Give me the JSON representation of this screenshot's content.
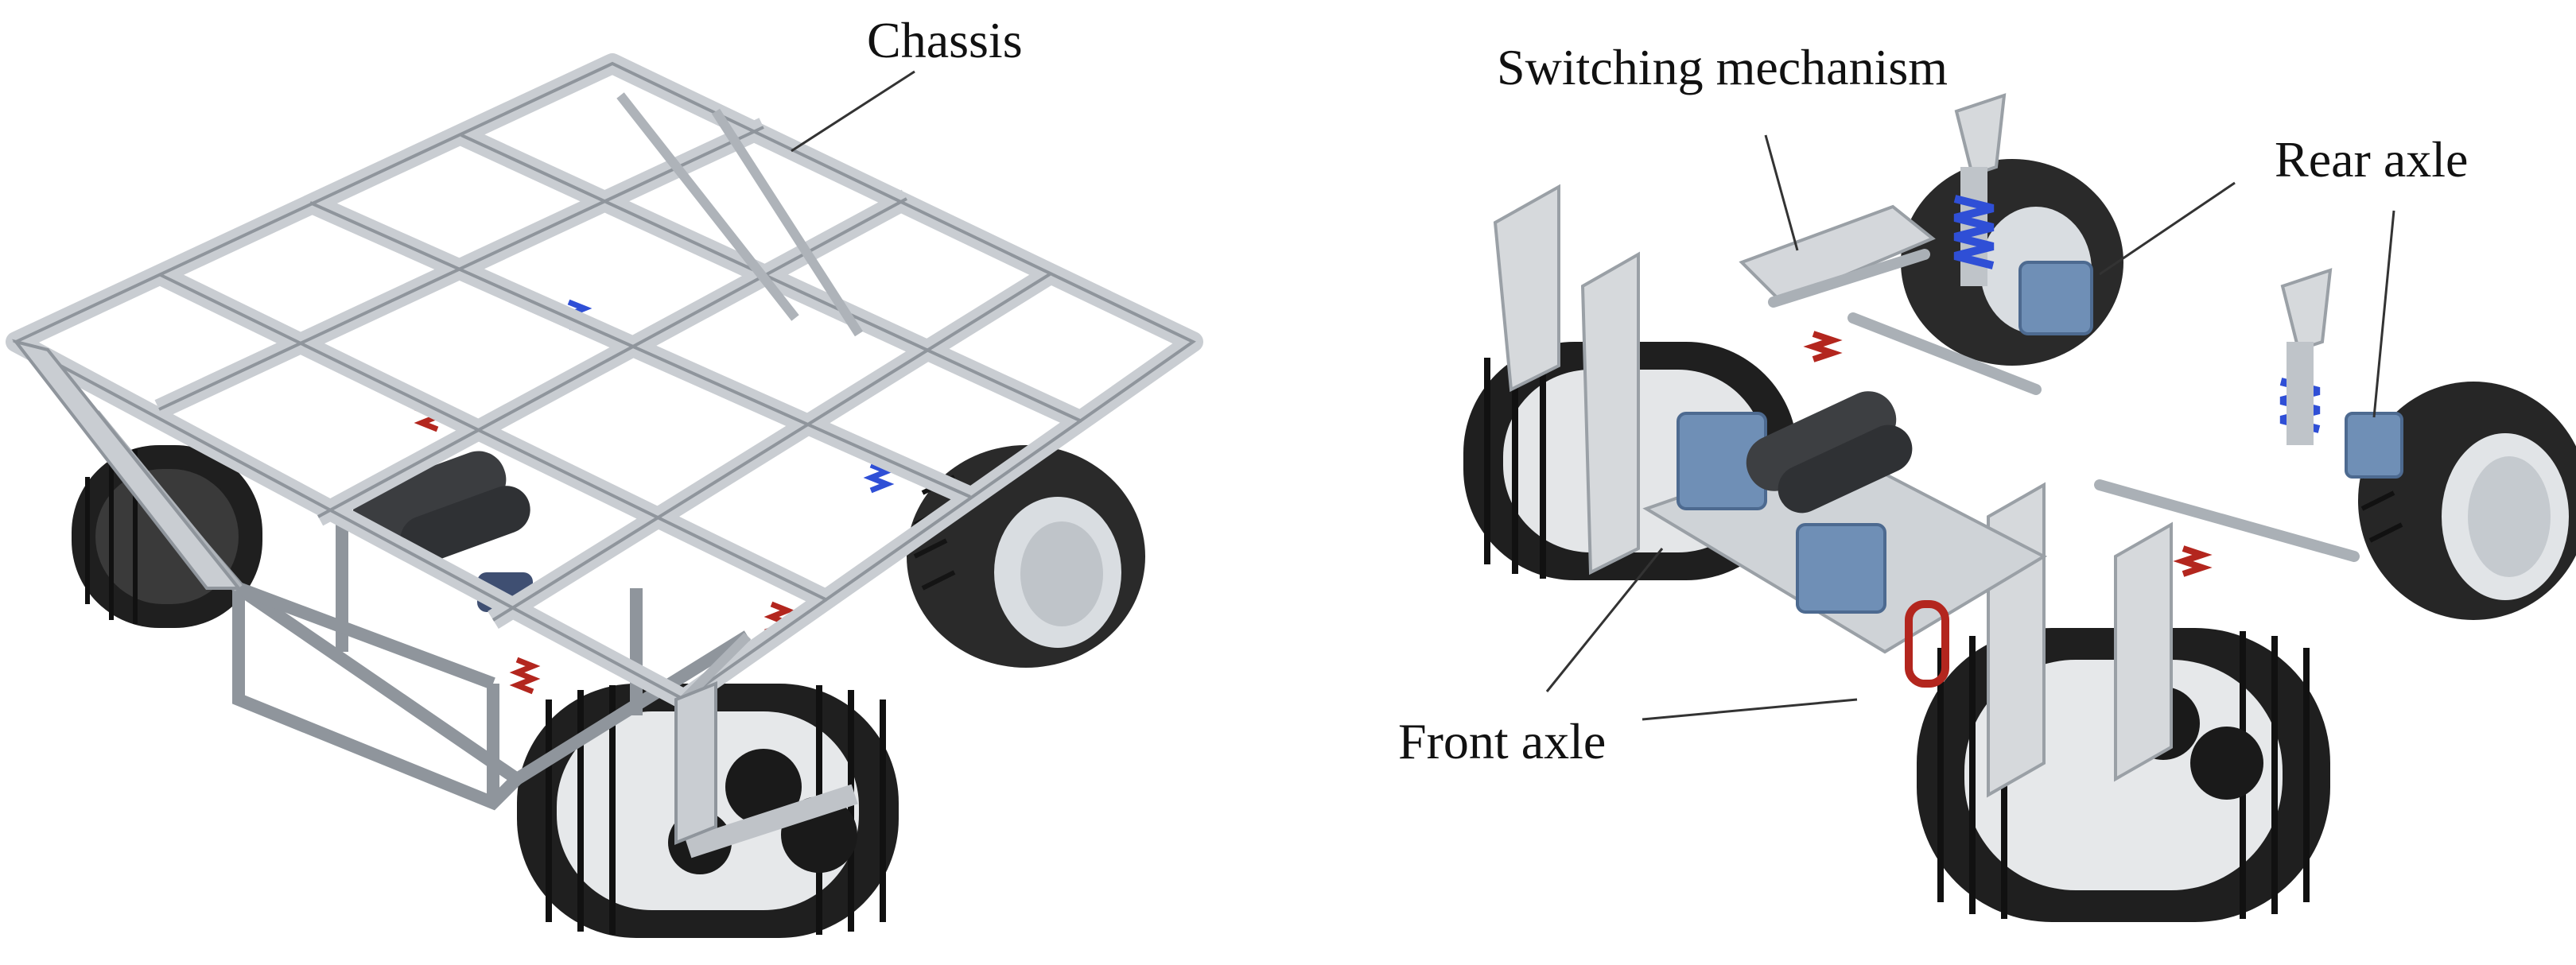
{
  "labels": {
    "chassis": "Chassis",
    "switching_mechanism": "Switching mechanism",
    "rear_axle": "Rear axle",
    "front_axle": "Front axle"
  },
  "colors": {
    "frame": "#c9cdd2",
    "frame_dark": "#8f959c",
    "frame_edge": "#5d636a",
    "track": "#1f1f1f",
    "tire": "#2a2a2a",
    "hub": "#d9dde1",
    "spring_red": "#b3261e",
    "spring_blue": "#2f4fd6",
    "motor_blue": "#6f8fb6",
    "leader": "#333333"
  },
  "icons": {
    "left": "vehicle-chassis-assembly",
    "right": "vehicle-drivetrain-without-chassis"
  }
}
